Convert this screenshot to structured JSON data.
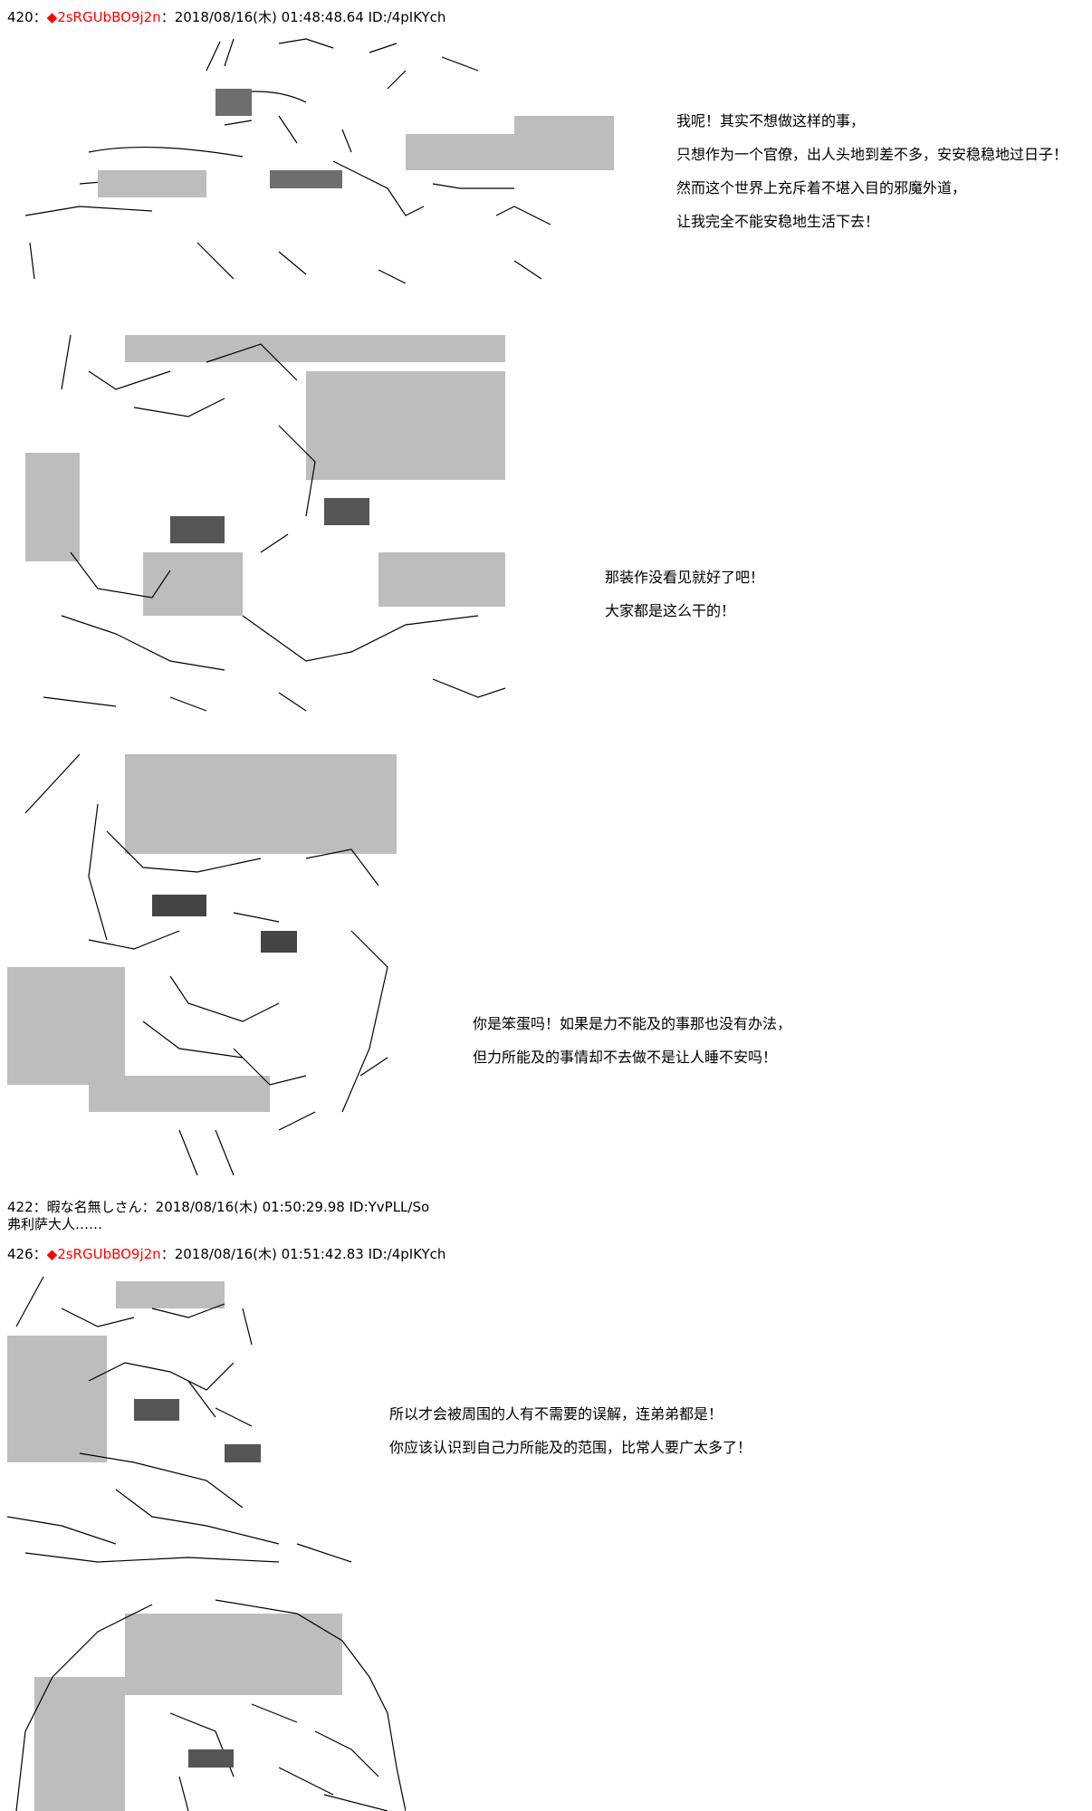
{
  "posts": [
    {
      "number": "420",
      "separator": "：",
      "trip": "◆2sRGUbBO9j2n",
      "datetime": "：2018/08/16(木) 01:48:48.64 ID:/4pIKYch",
      "dialogues": [
        [
          "我呢！其实不想做这样的事，",
          "只想作为一个官僚，出人头地到差不多，安安稳稳地过日子！",
          "然而这个世界上充斥着不堪入目的邪魔外道，",
          "让我完全不能安稳地生活下去！"
        ],
        [
          "那装作没看见就好了吧！",
          "大家都是这么干的！"
        ],
        [
          "你是笨蛋吗！如果是力不能及的事那也没有办法，",
          "但力所能及的事情却不去做不是让人睡不安吗！"
        ]
      ]
    },
    {
      "number": "422",
      "separator": "：",
      "name": "暇な名無しさん",
      "datetime": "：2018/08/16(木) 01:50:29.98 ID:YvPLL/So",
      "body": "弗利萨大人……"
    },
    {
      "number": "426",
      "separator": "：",
      "trip": "◆2sRGUbBO9j2n",
      "datetime": "：2018/08/16(木) 01:51:42.83 ID:/4pIKYch",
      "dialogues": [
        [
          "所以才会被周围的人有不需要的误解，连弟弟都是！",
          "你应该认识到自己力所能及的范围，比常人要广太多了！"
        ]
      ]
    }
  ]
}
